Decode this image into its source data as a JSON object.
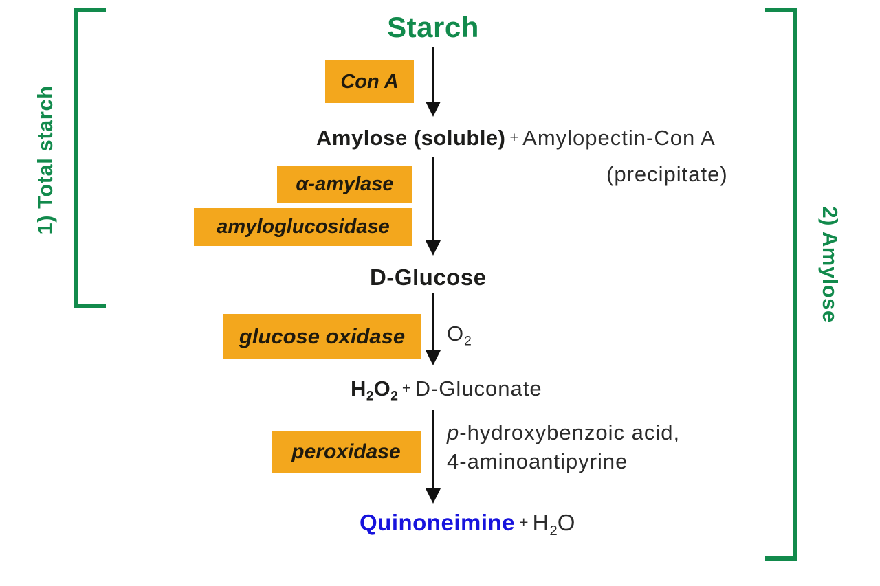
{
  "colors": {
    "green": "#128a4c",
    "orange": "#f3a71d",
    "blue": "#1713dd",
    "text": "#1d1d1b"
  },
  "title": "Starch",
  "left_bracket_label": "1) Total starch",
  "right_bracket_label": "2) Amylose",
  "step1": {
    "enzyme": "Con A",
    "product_bold": "Amylose (soluble)",
    "plus": "+",
    "product_rest": "Amylopectin-Con A",
    "product_note": "(precipitate)"
  },
  "step2": {
    "enzyme1": "α-amylase",
    "enzyme2": "amyloglucosidase",
    "product": "D-Glucose"
  },
  "step3": {
    "enzyme": "glucose oxidase",
    "cofactor": {
      "base": "O",
      "sub": "2"
    },
    "product_formula": {
      "el1": "H",
      "sub1": "2",
      "el2": "O",
      "sub2": "2"
    },
    "plus": "+",
    "product_rest": "D-Gluconate"
  },
  "step4": {
    "enzyme": "peroxidase",
    "reagent_line1_prefix": "p",
    "reagent_line1_rest": "-hydroxybenzoic acid,",
    "reagent_line2": "4-aminoantipyrine",
    "product": "Quinoneimine",
    "plus": "+",
    "byproduct": {
      "el1": "H",
      "sub": "2",
      "el2": "O"
    }
  }
}
